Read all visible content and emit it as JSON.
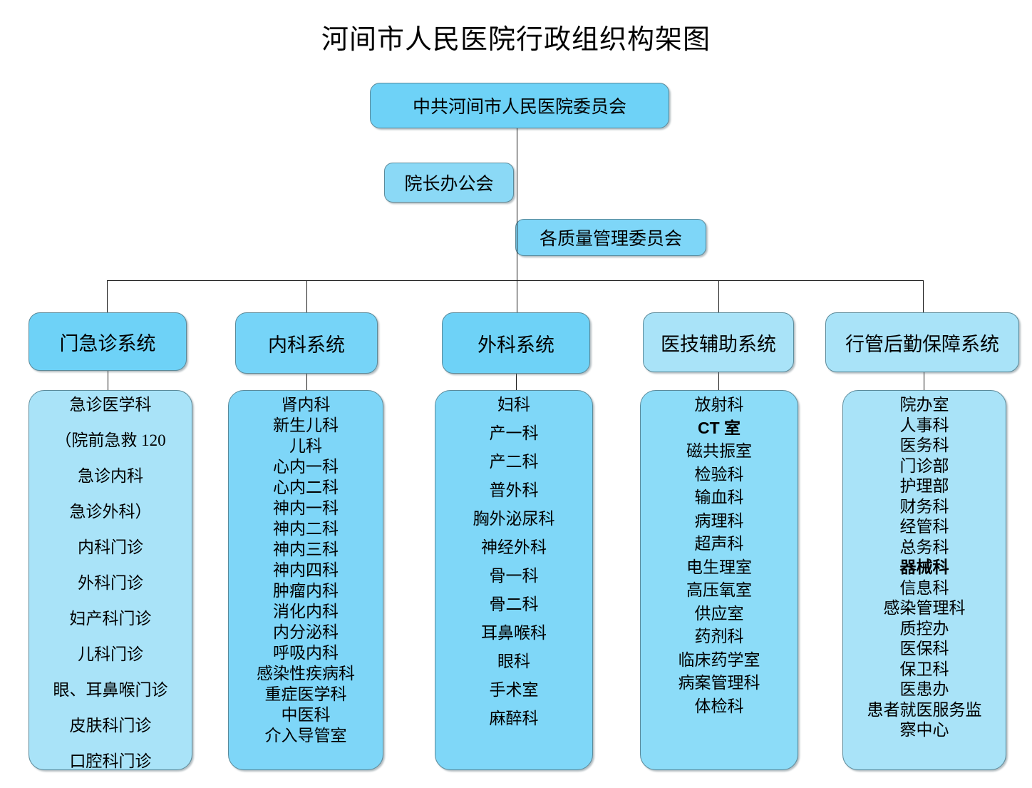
{
  "page": {
    "title": "河间市人民医院行政组织构架图",
    "colors": {
      "box_fill_primary": "#6ed2f7",
      "box_fill_light": "#a9e3f8",
      "box_border": "#5b8a9a",
      "connector": "#1b1b1b",
      "text": "#000000",
      "background": "#ffffff"
    }
  },
  "top_chain": [
    {
      "id": "party-committee",
      "label": "中共河间市人民医院委员会"
    },
    {
      "id": "director-office-meeting",
      "label": "院长办公会"
    },
    {
      "id": "quality-committees",
      "label": "各质量管理委员会"
    }
  ],
  "systems": [
    {
      "id": "outpatient-emergency",
      "header": "门急诊系统",
      "items": [
        {
          "text": "急诊医学科",
          "bold": false
        },
        {
          "text": "（院前急救 120",
          "bold": false
        },
        {
          "text": "急诊内科",
          "bold": false
        },
        {
          "text": "急诊外科）",
          "bold": false
        },
        {
          "text": "内科门诊",
          "bold": false
        },
        {
          "text": "外科门诊",
          "bold": false
        },
        {
          "text": "妇产科门诊",
          "bold": false
        },
        {
          "text": "儿科门诊",
          "bold": false
        },
        {
          "text": "眼、耳鼻喉门诊",
          "bold": false
        },
        {
          "text": "皮肤科门诊",
          "bold": false
        },
        {
          "text": "口腔科门诊",
          "bold": false
        }
      ]
    },
    {
      "id": "internal-medicine",
      "header": "内科系统",
      "items": [
        {
          "text": "肾内科",
          "bold": false
        },
        {
          "text": "新生儿科",
          "bold": false
        },
        {
          "text": "儿科",
          "bold": false
        },
        {
          "text": "心内一科",
          "bold": false
        },
        {
          "text": "心内二科",
          "bold": false
        },
        {
          "text": "神内一科",
          "bold": false
        },
        {
          "text": "神内二科",
          "bold": false
        },
        {
          "text": "神内三科",
          "bold": false
        },
        {
          "text": "神内四科",
          "bold": false
        },
        {
          "text": "肿瘤内科",
          "bold": false
        },
        {
          "text": "消化内科",
          "bold": false
        },
        {
          "text": "内分泌科",
          "bold": false
        },
        {
          "text": "呼吸内科",
          "bold": false
        },
        {
          "text": "感染性疾病科",
          "bold": false
        },
        {
          "text": "重症医学科",
          "bold": false
        },
        {
          "text": "中医科",
          "bold": false
        },
        {
          "text": "介入导管室",
          "bold": false
        }
      ]
    },
    {
      "id": "surgery",
      "header": "外科系统",
      "items": [
        {
          "text": "妇科",
          "bold": false
        },
        {
          "text": "产一科",
          "bold": false
        },
        {
          "text": "产二科",
          "bold": false
        },
        {
          "text": "普外科",
          "bold": false
        },
        {
          "text": "胸外泌尿科",
          "bold": false
        },
        {
          "text": "神经外科",
          "bold": false
        },
        {
          "text": "骨一科",
          "bold": false
        },
        {
          "text": "骨二科",
          "bold": false
        },
        {
          "text": "耳鼻喉科",
          "bold": false
        },
        {
          "text": "眼科",
          "bold": false
        },
        {
          "text": "手术室",
          "bold": false
        },
        {
          "text": "麻醉科",
          "bold": false
        }
      ]
    },
    {
      "id": "medical-technology-support",
      "header": "医技辅助系统",
      "items": [
        {
          "text": "放射科",
          "bold": false
        },
        {
          "text": "CT 室",
          "bold": true
        },
        {
          "text": "磁共振室",
          "bold": false
        },
        {
          "text": "检验科",
          "bold": false
        },
        {
          "text": "输血科",
          "bold": false
        },
        {
          "text": "病理科",
          "bold": false
        },
        {
          "text": "超声科",
          "bold": false
        },
        {
          "text": "电生理室",
          "bold": false
        },
        {
          "text": "高压氧室",
          "bold": false
        },
        {
          "text": "供应室",
          "bold": false
        },
        {
          "text": "药剂科",
          "bold": false
        },
        {
          "text": "临床药学室",
          "bold": false
        },
        {
          "text": "病案管理科",
          "bold": false
        },
        {
          "text": "体检科",
          "bold": false
        }
      ]
    },
    {
      "id": "administration-logistics",
      "header": "行管后勤保障系统",
      "items": [
        {
          "text": "院办室",
          "bold": false
        },
        {
          "text": "人事科",
          "bold": false
        },
        {
          "text": "医务科",
          "bold": false
        },
        {
          "text": "门诊部",
          "bold": false
        },
        {
          "text": "护理部",
          "bold": false
        },
        {
          "text": "财务科",
          "bold": false
        },
        {
          "text": "经管科",
          "bold": false
        },
        {
          "text": "总务科",
          "bold": false
        },
        {
          "text": "器械科",
          "bold": true
        },
        {
          "text": "信息科",
          "bold": false
        },
        {
          "text": "感染管理科",
          "bold": false
        },
        {
          "text": "质控办",
          "bold": false
        },
        {
          "text": "医保科",
          "bold": false
        },
        {
          "text": "保卫科",
          "bold": false
        },
        {
          "text": "医患办",
          "bold": false
        },
        {
          "text": "患者就医服务监",
          "bold": false
        },
        {
          "text": "察中心",
          "bold": false
        }
      ]
    }
  ]
}
